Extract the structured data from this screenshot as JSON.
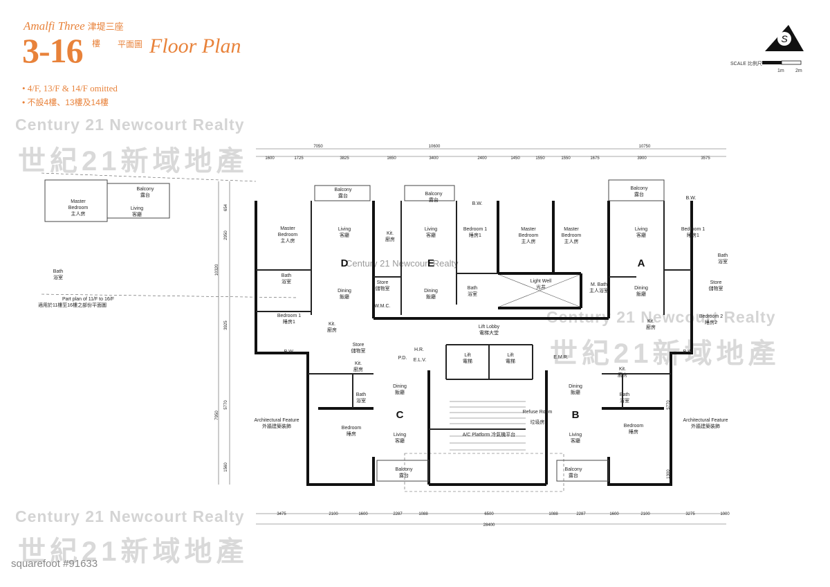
{
  "header": {
    "brand": "Amalfi Three",
    "brand_cn": "津堤三座",
    "floors": "3-16",
    "floor_suffix": "樓",
    "floor_cn": "平面圖",
    "plan_title": "Floor Plan",
    "note_en": "• 4/F, 13/F & 14/F omitted",
    "note_cn": "• 不設4樓、13樓及14樓"
  },
  "watermark": {
    "en": "Century 21 Newcourt Realty",
    "cn": "世紀21新域地產",
    "center": "Century 21 Newcourt Realty",
    "footer_id": "squarefoot #91633"
  },
  "compass": {
    "letter": "S",
    "scale_label": "SCALE 比例尺",
    "scale_1": "1m",
    "scale_2": "2m"
  },
  "units": {
    "A": "A",
    "B": "B",
    "C": "C",
    "D": "D",
    "E": "E"
  },
  "rooms": {
    "balcony": "Balcony",
    "balcony_cn": "露台",
    "living": "Living",
    "living_cn": "客廳",
    "dining": "Dining",
    "dining_cn": "飯廳",
    "master": "Master",
    "bedroom": "Bedroom",
    "master_cn": "主人房",
    "bedroom1": "Bedroom 1",
    "bedroom1_cn": "睡房1",
    "bedroom2": "Bedroom 2",
    "bedroom2_cn": "睡房2",
    "bedroom_cn": "睡房",
    "bath": "Bath",
    "bath_cn": "浴室",
    "mbath": "M. Bath",
    "mbath_cn": "主人浴室",
    "kit": "Kit.",
    "kit_cn": "廚房",
    "store": "Store",
    "store_cn": "儲物室",
    "bw": "B.W.",
    "wmc": "W.M.C.",
    "lift_lobby": "Lift Lobby",
    "lift_lobby_cn": "電梯大堂",
    "lift": "Lift",
    "lift_cn": "電梯",
    "light_well": "Light Well",
    "light_well_cn": "光井",
    "ac_platform": "A/C Platform 冷氣機平台",
    "refuse": "Refuse Room",
    "refuse_cn": "垃圾房",
    "pd": "P.D.",
    "hr": "H.R.",
    "elv": "E.L.V.",
    "emr": "E.M.R.",
    "arch_feature": "Architectural Feature",
    "arch_feature_cn": "外牆建築裝飾",
    "part_plan": "Part plan of 11/F to 16/F",
    "part_plan_cn": "適用於11樓至16樓之部份平面圖"
  },
  "dimensions": {
    "top_major": [
      "7050",
      "10600",
      "10750"
    ],
    "top_minor": [
      "1600",
      "1725",
      "3825",
      "1650",
      "3400",
      "2400",
      "1450",
      "1550",
      "1550",
      "1675",
      "3900",
      "3575"
    ],
    "bottom_minor": [
      "3475",
      "2100",
      "1600",
      "2287",
      "1088",
      "6500",
      "1088",
      "2287",
      "1600",
      "2100",
      "3275",
      "1000"
    ],
    "bottom_total": "28400",
    "left": [
      "654",
      "2950",
      "10320",
      "3925",
      "7950",
      "5770",
      "1560"
    ],
    "right": [
      "5770",
      "1300"
    ]
  }
}
